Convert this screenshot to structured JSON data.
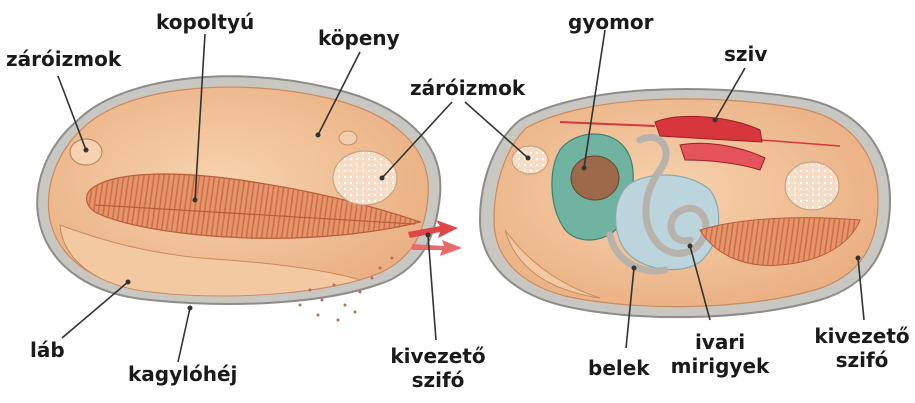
{
  "labels": {
    "left_adductor": "záróizmok",
    "gill": "kopoltyú",
    "mantle": "köpeny",
    "right_adductor": "záróizmok",
    "foot": "láb",
    "shell": "kagylóhéj",
    "siphon_left_1": "kivezető",
    "siphon_left_2": "szifó",
    "stomach": "gyomor",
    "heart": "sziv",
    "intestine": "belek",
    "gonad_1": "ivari",
    "gonad_2": "mirigyek",
    "siphon_right_1": "kivezető",
    "siphon_right_2": "szifó"
  },
  "colors": {
    "shell_rim": "#b9b7b2",
    "body": "#f2c49a",
    "gill": "#e79a72",
    "stomach": "#6fb3a0",
    "heart": "#d6363c",
    "gonad": "#bcd4dc",
    "intestine": "#b8b2ac"
  }
}
